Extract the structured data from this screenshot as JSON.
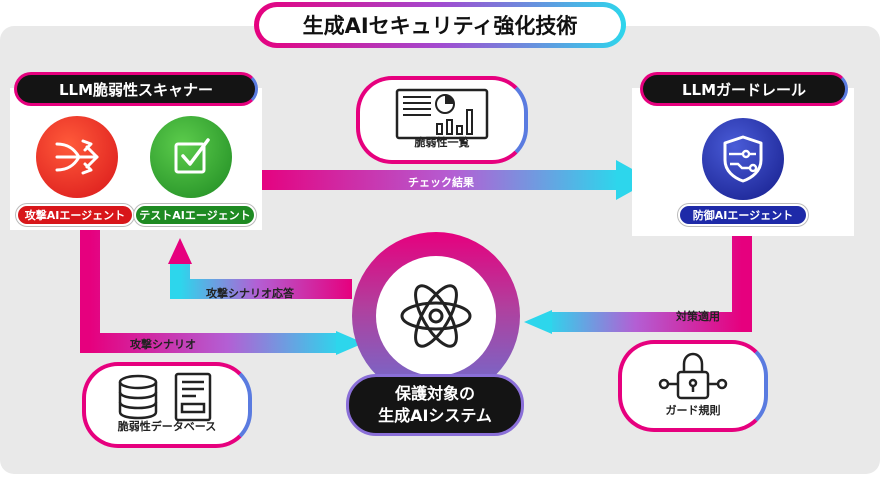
{
  "title": "生成AIセキュリティ強化技術",
  "scanner": {
    "label": "LLM脆弱性スキャナー",
    "attack_agent": "攻撃AIエージェント",
    "test_agent": "テストAIエージェント"
  },
  "guardrail": {
    "label": "LLMガードレール",
    "defense_agent": "防御AIエージェント"
  },
  "vulnerability_list": "脆弱性一覧",
  "vulnerability_db": "脆弱性データベース",
  "guard_rules": "ガード規則",
  "target_system": {
    "line1": "保護対象の",
    "line2": "生成AIシステム"
  },
  "flows": {
    "check_result": "チェック結果",
    "attack_response": "攻撃シナリオ応答",
    "attack_scenario": "攻撃シナリオ",
    "apply_countermeasure": "対策適用"
  },
  "colors": {
    "magenta": "#e6007e",
    "cyan": "#2dd6ec",
    "attack_red": "#e8261c",
    "test_green": "#2a9a2c",
    "defense_blue": "#1e2aa8"
  }
}
